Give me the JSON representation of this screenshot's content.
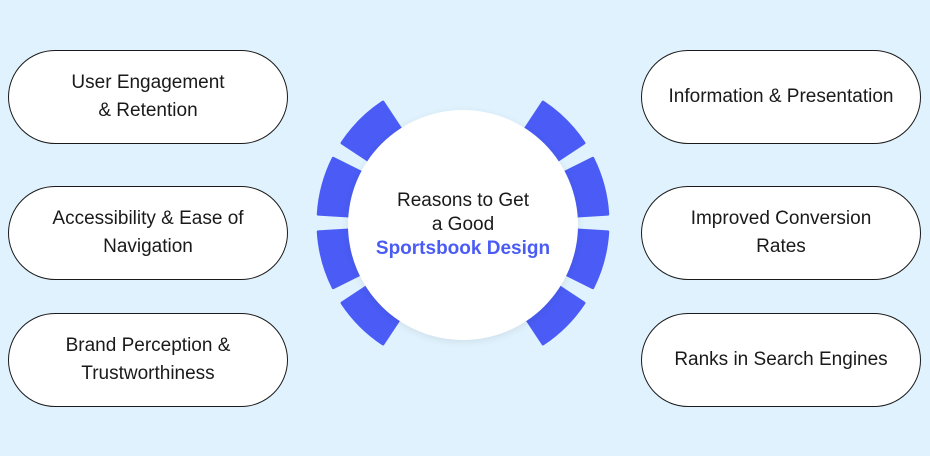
{
  "colors": {
    "accent": "#4a5cf5",
    "segment": "#4a5cf5",
    "background": "#e0f2fd"
  },
  "center": {
    "line1": "Reasons to Get",
    "line2": "a Good",
    "highlight": "Sportsbook Design"
  },
  "left_items": [
    {
      "label": "User Engagement\n& Retention"
    },
    {
      "label": "Accessibility & Ease of\nNavigation"
    },
    {
      "label": "Brand Perception &\nTrustworthiness"
    }
  ],
  "right_items": [
    {
      "label": "Information & Presentation"
    },
    {
      "label": "Improved Conversion\nRates"
    },
    {
      "label": "Ranks in Search Engines"
    }
  ]
}
